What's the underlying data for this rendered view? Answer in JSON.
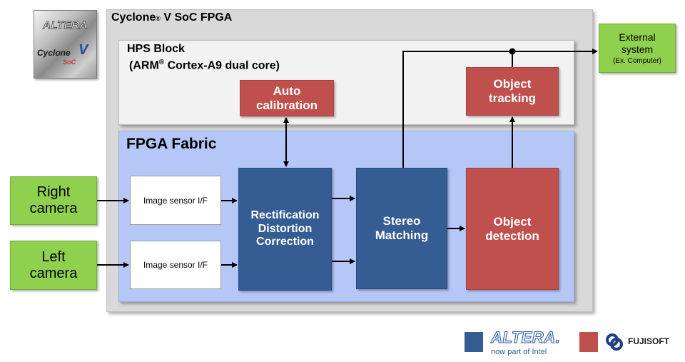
{
  "chip": {
    "brand": "ALTERA",
    "product": "Cyclone",
    "version": "V",
    "variant": "SoC"
  },
  "cyclone": {
    "title_prefix": "Cyclone",
    "title_mark": "®",
    "title_suffix": " V SoC FPGA"
  },
  "hps": {
    "title": "HPS Block",
    "subtitle_prefix": "(ARM",
    "subtitle_mark": "®",
    "subtitle_suffix": " Cortex-A9 dual core)",
    "blocks": {
      "auto_calibration": "Auto\ncalibration",
      "object_tracking": "Object\ntracking"
    }
  },
  "fpga": {
    "title": "FPGA Fabric",
    "blocks": {
      "sensor_right": "Image sensor I/F",
      "sensor_left": "Image sensor I/F",
      "rectification": "Rectification\nDistortion\nCorrection",
      "stereo": "Stereo\nMatching",
      "object_detection": "Object\ndetection"
    }
  },
  "inputs": {
    "right_camera": "Right\ncamera",
    "left_camera": "Left\ncamera"
  },
  "external": {
    "title": "External\nsystem",
    "subtitle": "(Ex. Computer)"
  },
  "legend": {
    "altera_logo": "ALTERA.",
    "altera_sub": "now part of Intel",
    "fujisoft": "FUJISOFT"
  },
  "colors": {
    "altera_blue": "#355c93",
    "fujisoft_red": "#c0504d",
    "fpga_fabric": "#b4c7f6",
    "camera_green": "#8fd14f"
  }
}
